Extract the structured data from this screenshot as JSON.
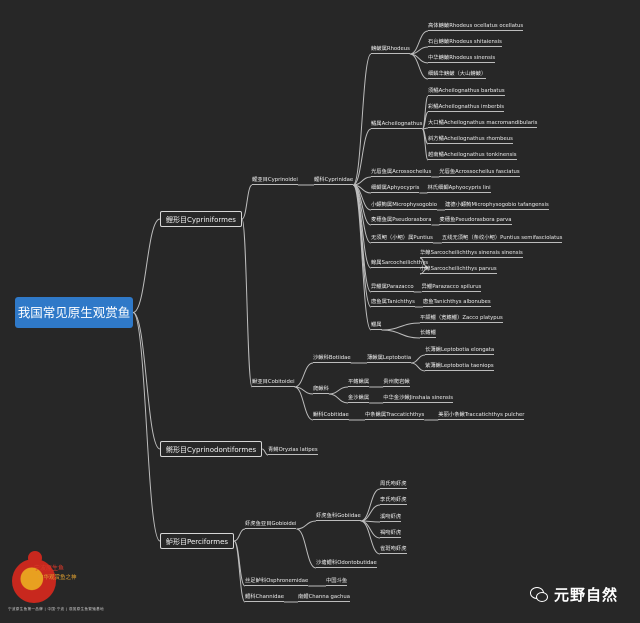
{
  "root": "我国常见原生观赏鱼",
  "orders": [
    {
      "label": "鲤形目Cypriniformes",
      "children": [
        {
          "label": "鲤亚目Cyprinoidei",
          "children": [
            {
              "label": "鲤科Cyprinidae",
              "children": [
                {
                  "label": "鳑鲏属Rhodeus",
                  "children": [
                    {
                      "label": "高体鳑鲏Rhodeus ocellatus ocellatus"
                    },
                    {
                      "label": "石台鳑鲏Rhodeus shitaiensis"
                    },
                    {
                      "label": "中华鳑鲏Rhodeus sinensis"
                    },
                    {
                      "label": "细鳞华鳑鲏（大山鳑鲏）"
                    }
                  ]
                },
                {
                  "label": "鱊属Acheilognathus",
                  "children": [
                    {
                      "label": "须鱊Acheilognathus barbatus"
                    },
                    {
                      "label": "彩鱊Acheilognathus imberbis"
                    },
                    {
                      "label": "大口鱊Acheilognathus macromandibularis"
                    },
                    {
                      "label": "斜方鱊Acheilognathus rhombeus"
                    },
                    {
                      "label": "越南鱊Acheilognathus tonkinensis"
                    }
                  ]
                },
                {
                  "label": "光唇鱼属Acrossocheilus",
                  "children": [
                    {
                      "label": "光唇鱼Acrossocheilus fasciatus"
                    }
                  ]
                },
                {
                  "label": "细鲫属Aphyocypris",
                  "children": [
                    {
                      "label": "林氏细鲫Aphyocypris lini"
                    }
                  ]
                },
                {
                  "label": "小鳔鮈属Microphysogobio",
                  "children": [
                    {
                      "label": "建德小鳔鮈Microphysogobio tafangensis"
                    }
                  ]
                },
                {
                  "label": "麦穗鱼属Pseudorasbora",
                  "children": [
                    {
                      "label": "麦穗鱼Pseudorasbora parva"
                    }
                  ]
                },
                {
                  "label": "无须鲃（小鲃）属Puntius",
                  "children": [
                    {
                      "label": "五线无须鲃（条纹小鲃）Puntius semifasciolatus"
                    }
                  ]
                },
                {
                  "label": "鳈属Sarcocheilichthys",
                  "children": [
                    {
                      "label": "华鳈Sarcocheilichthys sinensis sinensis"
                    },
                    {
                      "label": "小鳈Sarcocheilichthys parvus"
                    }
                  ]
                },
                {
                  "label": "异鱲属Parazacco",
                  "children": [
                    {
                      "label": "异鱲Parazacco spilurus"
                    }
                  ]
                },
                {
                  "label": "唐鱼属Tanichthys",
                  "children": [
                    {
                      "label": "唐鱼Tanichthys albonubes"
                    }
                  ]
                },
                {
                  "label": "鱲属",
                  "children": [
                    {
                      "label": "平颌鱲（宽鳍鱲）Zacco platypus"
                    },
                    {
                      "label": "长鳍鱲"
                    }
                  ]
                }
              ]
            }
          ]
        },
        {
          "label": "鳅亚目Cobitoidei",
          "children": [
            {
              "label": "沙鳅科Botiidae",
              "children": [
                {
                  "label": "薄鳅属Leptobotia",
                  "children": [
                    {
                      "label": "长薄鳅Leptobotia elongata"
                    },
                    {
                      "label": "紫薄鳅Leptobotia taeniops"
                    }
                  ]
                }
              ]
            },
            {
              "label": "爬鳅科",
              "children": [
                {
                  "label": "平鳍鳅属",
                  "children": [
                    {
                      "label": "贵州爬岩鳅"
                    }
                  ]
                },
                {
                  "label": "金沙鳅属",
                  "children": [
                    {
                      "label": "中华金沙鳅Jinshaia sinensis"
                    }
                  ]
                }
              ]
            },
            {
              "label": "鳅科Cobitidae",
              "children": [
                {
                  "label": "中条鳅属Traccatichthys",
                  "children": [
                    {
                      "label": "美丽小条鳅Traccatichthys pulcher"
                    }
                  ]
                }
              ]
            }
          ]
        }
      ]
    },
    {
      "label": "鳉形目Cyprinodontiformes",
      "children": [
        {
          "label": "青鳉Oryzias latipes"
        }
      ]
    },
    {
      "label": "鲈形目Perciformes",
      "children": [
        {
          "label": "虾虎鱼亚目Gobioidei",
          "children": [
            {
              "label": "虾虎鱼科Gobiidae",
              "children": [
                {
                  "label": "周氏吻虾虎"
                },
                {
                  "label": "李氏吻虾虎"
                },
                {
                  "label": "溪吻虾虎"
                },
                {
                  "label": "褐吻虾虎"
                },
                {
                  "label": "雀斑吻虾虎"
                }
              ]
            },
            {
              "label": "沙塘鳢科Odontobutidae"
            }
          ]
        },
        {
          "label": "丝足鲈科Osphronemidae",
          "children": [
            {
              "label": "中国斗鱼"
            }
          ]
        },
        {
          "label": "鳢科Channidae",
          "children": [
            {
              "label": "南鳢Channa gachua"
            }
          ]
        }
      ]
    }
  ],
  "logo": {
    "text1": "宁波原生鱼",
    "text2": "中华观赏鱼之神",
    "text3": "宁波原生鱼第一品牌 | 中国·宁波 | 观赏原生鱼繁殖基地"
  },
  "brand": {
    "name": "元野自然",
    "icon": "wechat-icon"
  },
  "colors": {
    "background": "#272727",
    "root": "#2f79c8",
    "line": "#bdbdbd",
    "text": "#ececec"
  }
}
